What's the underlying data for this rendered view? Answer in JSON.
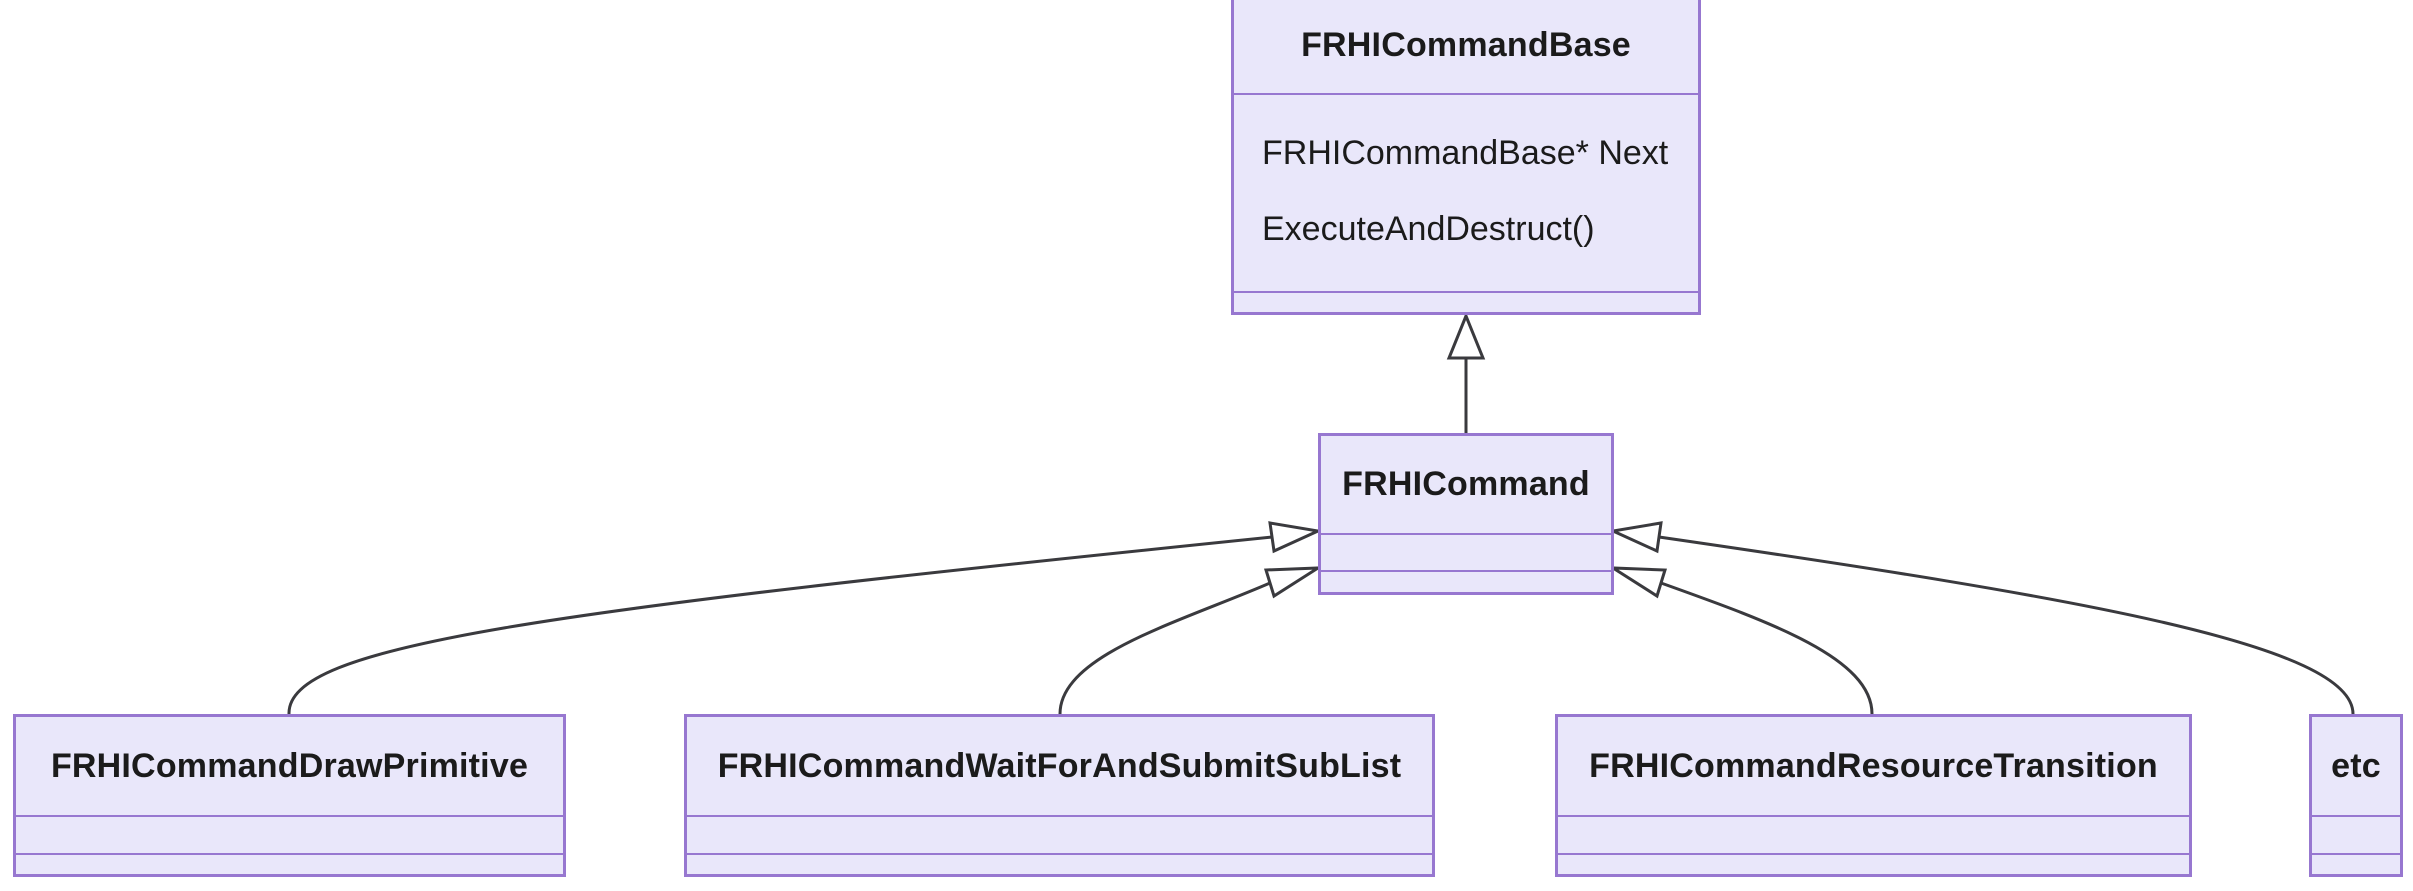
{
  "diagram": {
    "type": "uml-class-diagram",
    "classes": [
      {
        "name": "FRHICommandBase",
        "members": [
          "FRHICommandBase* Next",
          "ExecuteAndDestruct()"
        ]
      },
      {
        "name": "FRHICommand",
        "members": []
      },
      {
        "name": "FRHICommandDrawPrimitive",
        "members": []
      },
      {
        "name": "FRHICommandWaitForAndSubmitSubList",
        "members": []
      },
      {
        "name": "FRHICommandResourceTransition",
        "members": []
      },
      {
        "name": "etc",
        "members": []
      }
    ],
    "relations": [
      {
        "from": "FRHICommand",
        "to": "FRHICommandBase",
        "type": "inheritance"
      },
      {
        "from": "FRHICommandDrawPrimitive",
        "to": "FRHICommand",
        "type": "inheritance"
      },
      {
        "from": "FRHICommandWaitForAndSubmitSubList",
        "to": "FRHICommand",
        "type": "inheritance"
      },
      {
        "from": "FRHICommandResourceTransition",
        "to": "FRHICommand",
        "type": "inheritance"
      },
      {
        "from": "etc",
        "to": "FRHICommand",
        "type": "inheritance"
      }
    ],
    "colors": {
      "box_fill": "#E9E7FA",
      "box_border": "#9777D0",
      "connector": "#3A3A3E",
      "text": "#1B1B1B",
      "background": "#FFFFFF"
    }
  }
}
